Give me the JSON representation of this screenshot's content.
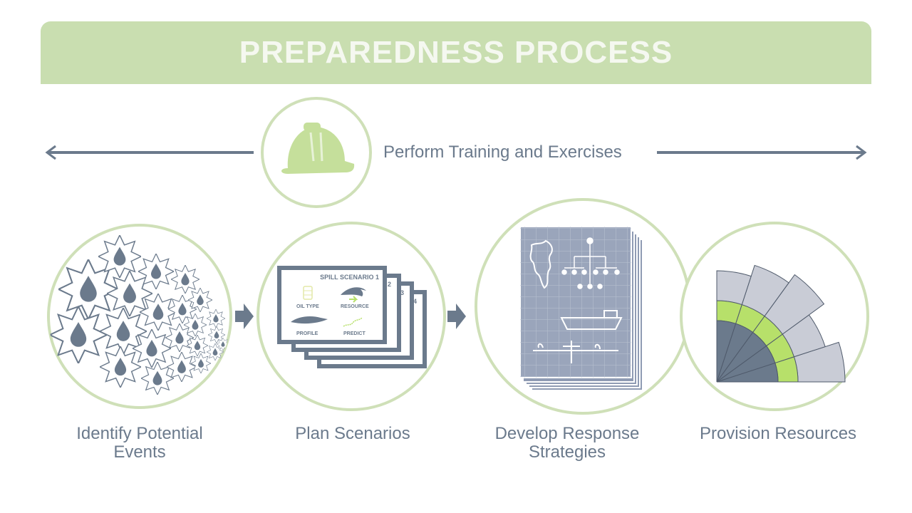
{
  "banner": {
    "title": "PREPAREDNESS PROCESS"
  },
  "training": {
    "label": "Perform Training and Exercises",
    "icon": "hard-hat-icon"
  },
  "steps": [
    {
      "label": "Identify Potential Events",
      "icon": "oil-drops-starburst-icon"
    },
    {
      "label": "Plan Scenarios",
      "icon": "scenario-cards-icon",
      "card_title": "SPILL SCENARIO 1",
      "card_labels": [
        "OIL TYPE",
        "RESOURCE",
        "PROFILE",
        "PREDICT"
      ],
      "page_numbers": [
        "2",
        "3",
        "4"
      ]
    },
    {
      "label": "Develop Response Strategies",
      "icon": "strategy-blueprint-icon"
    },
    {
      "label": "Provision Resources",
      "icon": "resource-fan-chart-icon"
    }
  ],
  "colors": {
    "banner": "#c9deb0",
    "circle_outline": "#cfe0b8",
    "accent_green": "#b7e06a",
    "slate": "#6b7a8c",
    "light_gray": "#c9ccd6"
  }
}
